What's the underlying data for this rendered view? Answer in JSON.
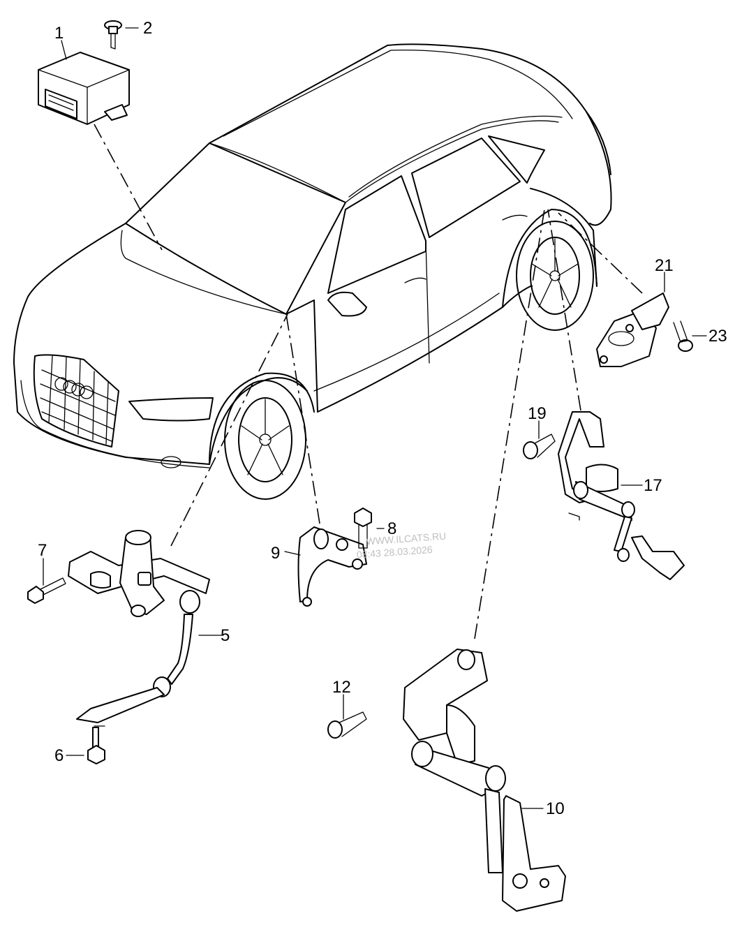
{
  "callouts": {
    "c1": "1",
    "c2": "2",
    "c5": "5",
    "c6": "6",
    "c7": "7",
    "c8": "8",
    "c9": "9",
    "c10": "10",
    "c12": "12",
    "c17": "17",
    "c19": "19",
    "c21": "21",
    "c23": "23"
  },
  "watermark": {
    "line1": "WWW.ILCATS.RU",
    "line2": "08:43 28.03.2026"
  }
}
